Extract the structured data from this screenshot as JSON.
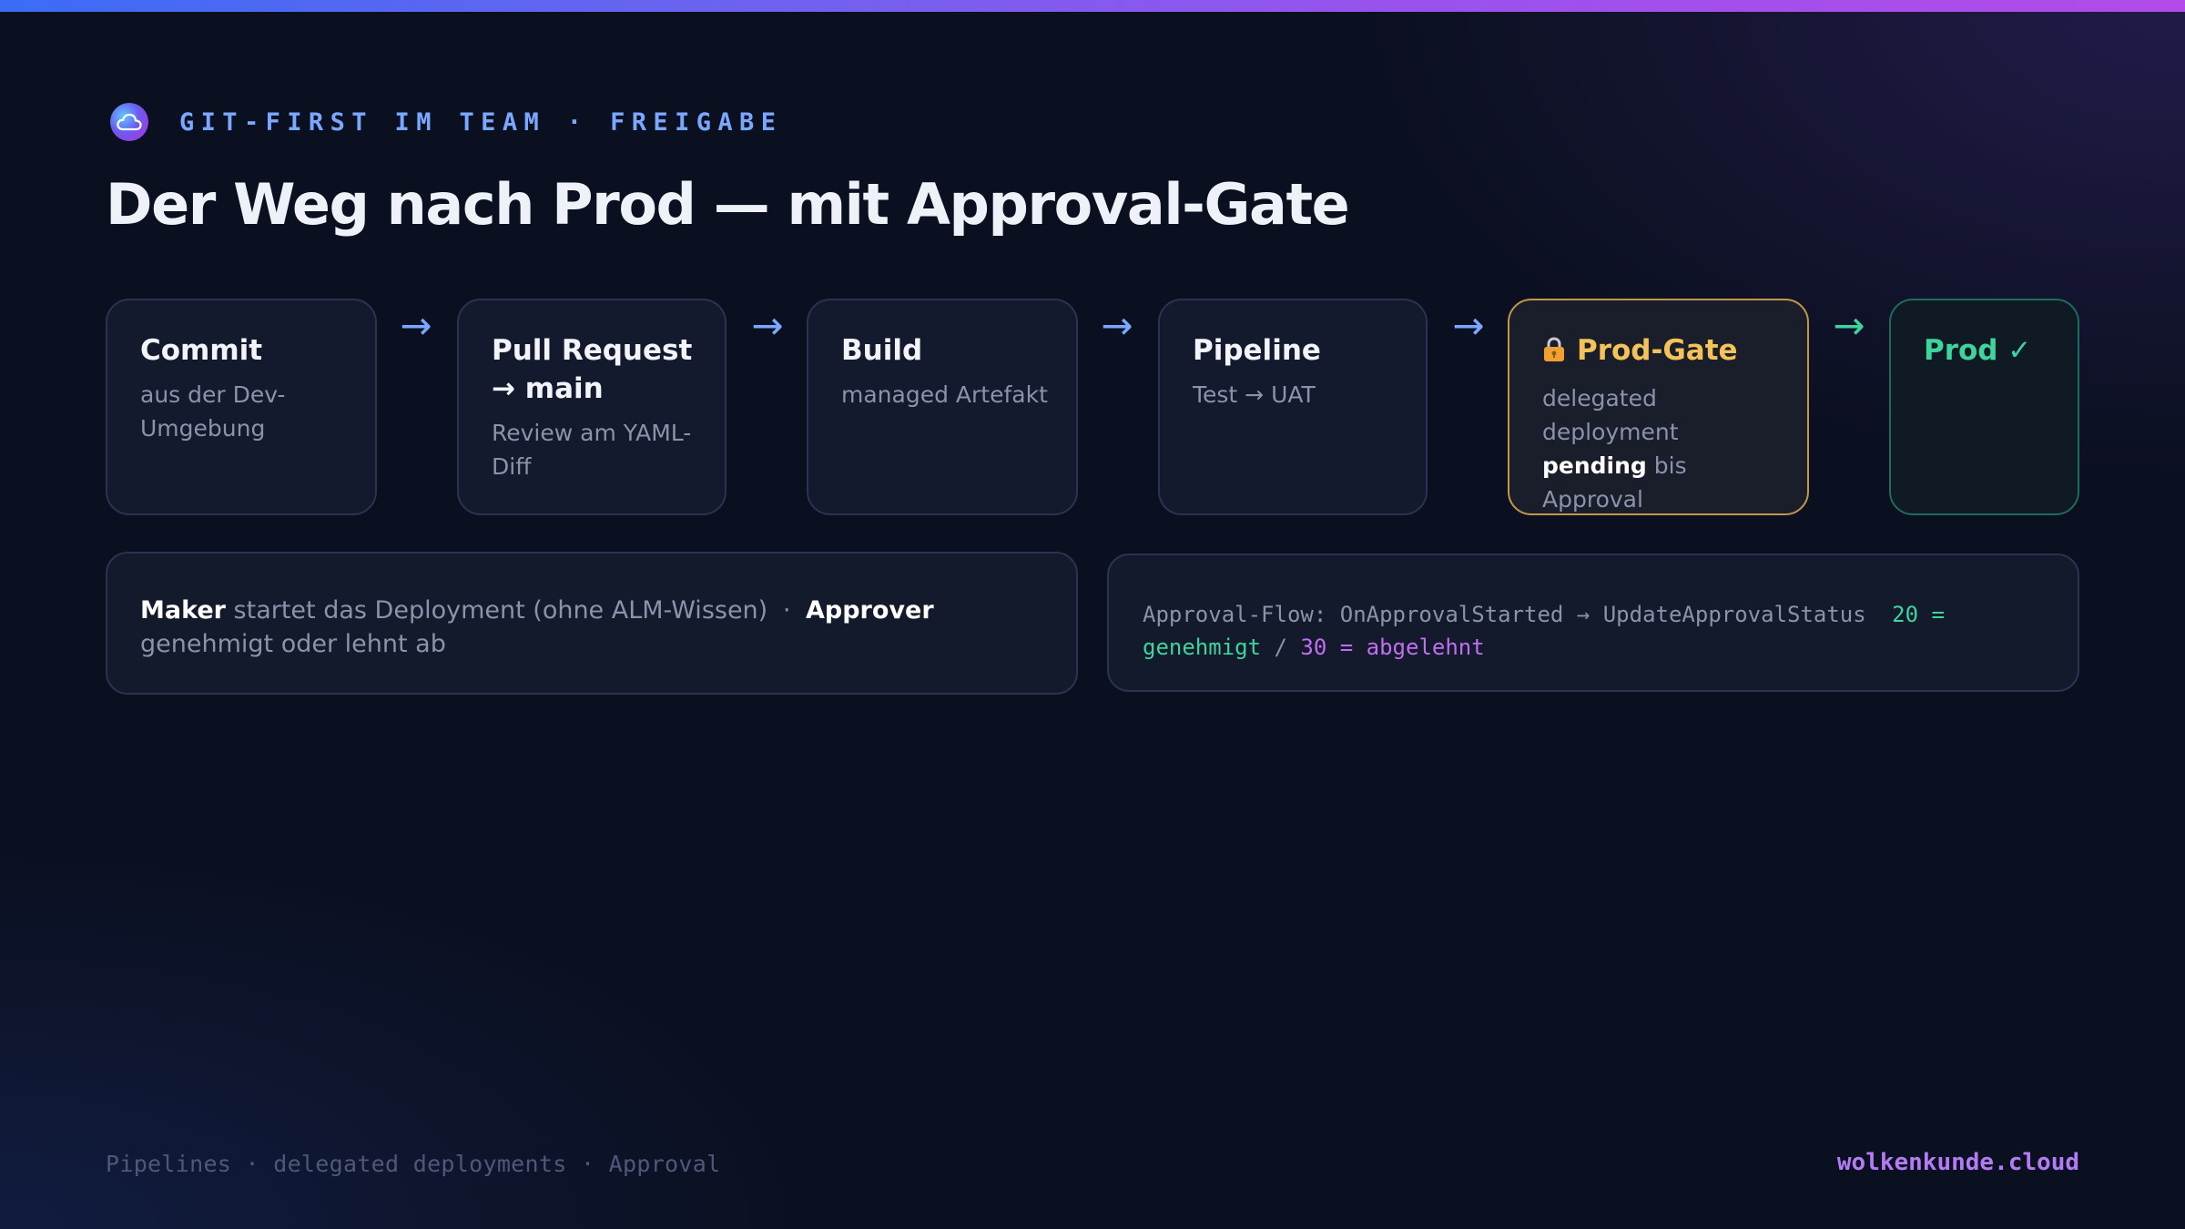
{
  "header": {
    "kicker": "GIT-FIRST IM TEAM · FREIGABE",
    "title": "Der Weg nach Prod — mit Approval-Gate",
    "logo_icon": "cloud-logo-icon"
  },
  "stages": [
    {
      "title": "Commit",
      "desc": "aus der Dev-Umgebung"
    },
    {
      "title": "Pull Request → main",
      "desc": "Review am YAML-Diff"
    },
    {
      "title": "Build",
      "desc": "managed Artefakt"
    },
    {
      "title": "Pipeline",
      "desc": "Test → UAT"
    },
    {
      "title": "Prod-Gate",
      "icon": "lock-icon",
      "desc_pre": "delegated deployment",
      "desc_bold": "pending",
      "desc_post": "bis Approval"
    },
    {
      "title": "Prod ✓"
    }
  ],
  "arrow": "→",
  "roles": {
    "maker_label": "Maker",
    "maker_text": "startet das Deployment (ohne ALM-Wissen)",
    "separator": "·",
    "approver_label": "Approver",
    "approver_text": "genehmigt oder lehnt ab"
  },
  "approval_flow": {
    "text": "Approval-Flow: OnApprovalStarted → UpdateApprovalStatus",
    "approved_code": "20 = genehmigt",
    "divider": "/",
    "rejected_code": "30 = abgelehnt"
  },
  "footer": {
    "left": "Pipelines · delegated deployments · Approval",
    "right": "wolkenkunde.cloud"
  },
  "colors": {
    "accent_blue": "#7aa7ff",
    "gate_amber": "#f3c258",
    "prod_green": "#3fd49b",
    "brand_purple": "#b47bf5",
    "background": "#0b1020"
  }
}
